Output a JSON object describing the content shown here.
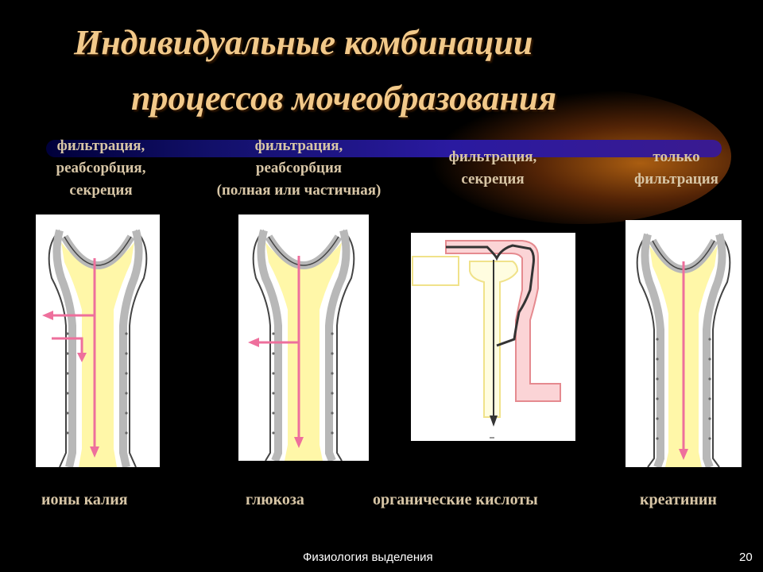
{
  "title": {
    "line1": "Индивидуальные комбинации",
    "line2": "процессов мочеобразования"
  },
  "columns": [
    {
      "caption": [
        "фильтрация,",
        "реабсорбция,",
        "секреция"
      ],
      "label": "ионы калия"
    },
    {
      "caption": [
        "фильтрация,",
        "реабсорбция",
        "(полная или частичная)"
      ],
      "label": "глюкоза"
    },
    {
      "caption": [
        "фильтрация,",
        "секреция"
      ],
      "label": "органические кислоты"
    },
    {
      "caption": [
        "только",
        "фильтрация"
      ],
      "label": "креатинин"
    }
  ],
  "footer": {
    "subject": "Физиология выделения",
    "page": "20"
  },
  "colors": {
    "title": "#f2c98a",
    "caption": "#d8c6a6",
    "arrow": "#ee6f9c",
    "lumen": "#fff7a8",
    "wall": "#c8c8c8"
  }
}
